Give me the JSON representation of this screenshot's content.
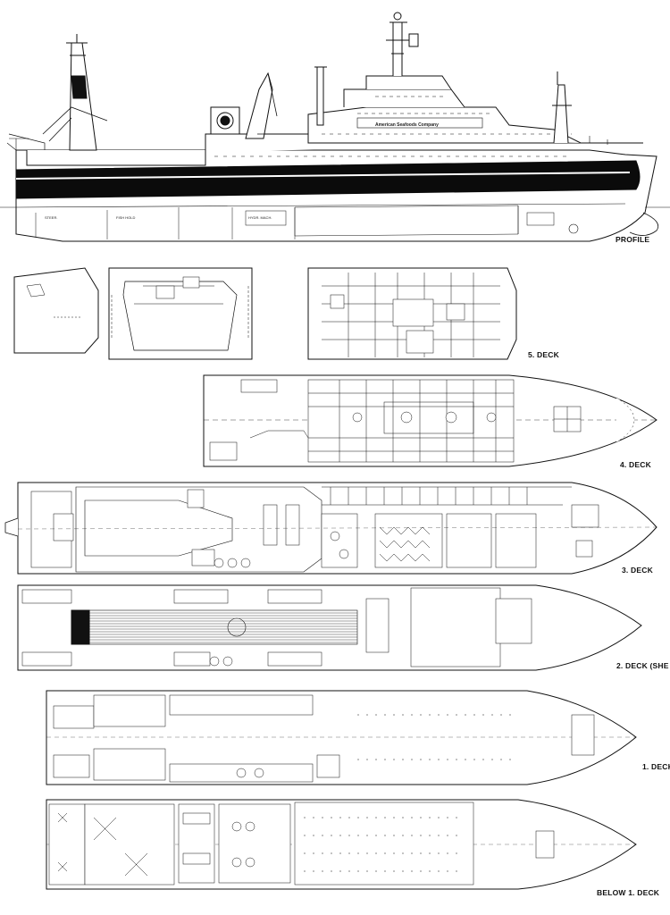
{
  "ship": {
    "hull_name_text": "American Seafoods Company"
  },
  "labels": {
    "profile": "PROFILE",
    "deck5": "5. DECK",
    "deck4": "4. DECK",
    "deck3": "3. DECK",
    "deck2": "2. DECK (SHE",
    "deck1": "1. DECK",
    "below_deck1": "BELOW 1. DECK"
  },
  "colors": {
    "line": "#111111",
    "hull_band": "#0b0b0b",
    "paper": "#ffffff"
  }
}
